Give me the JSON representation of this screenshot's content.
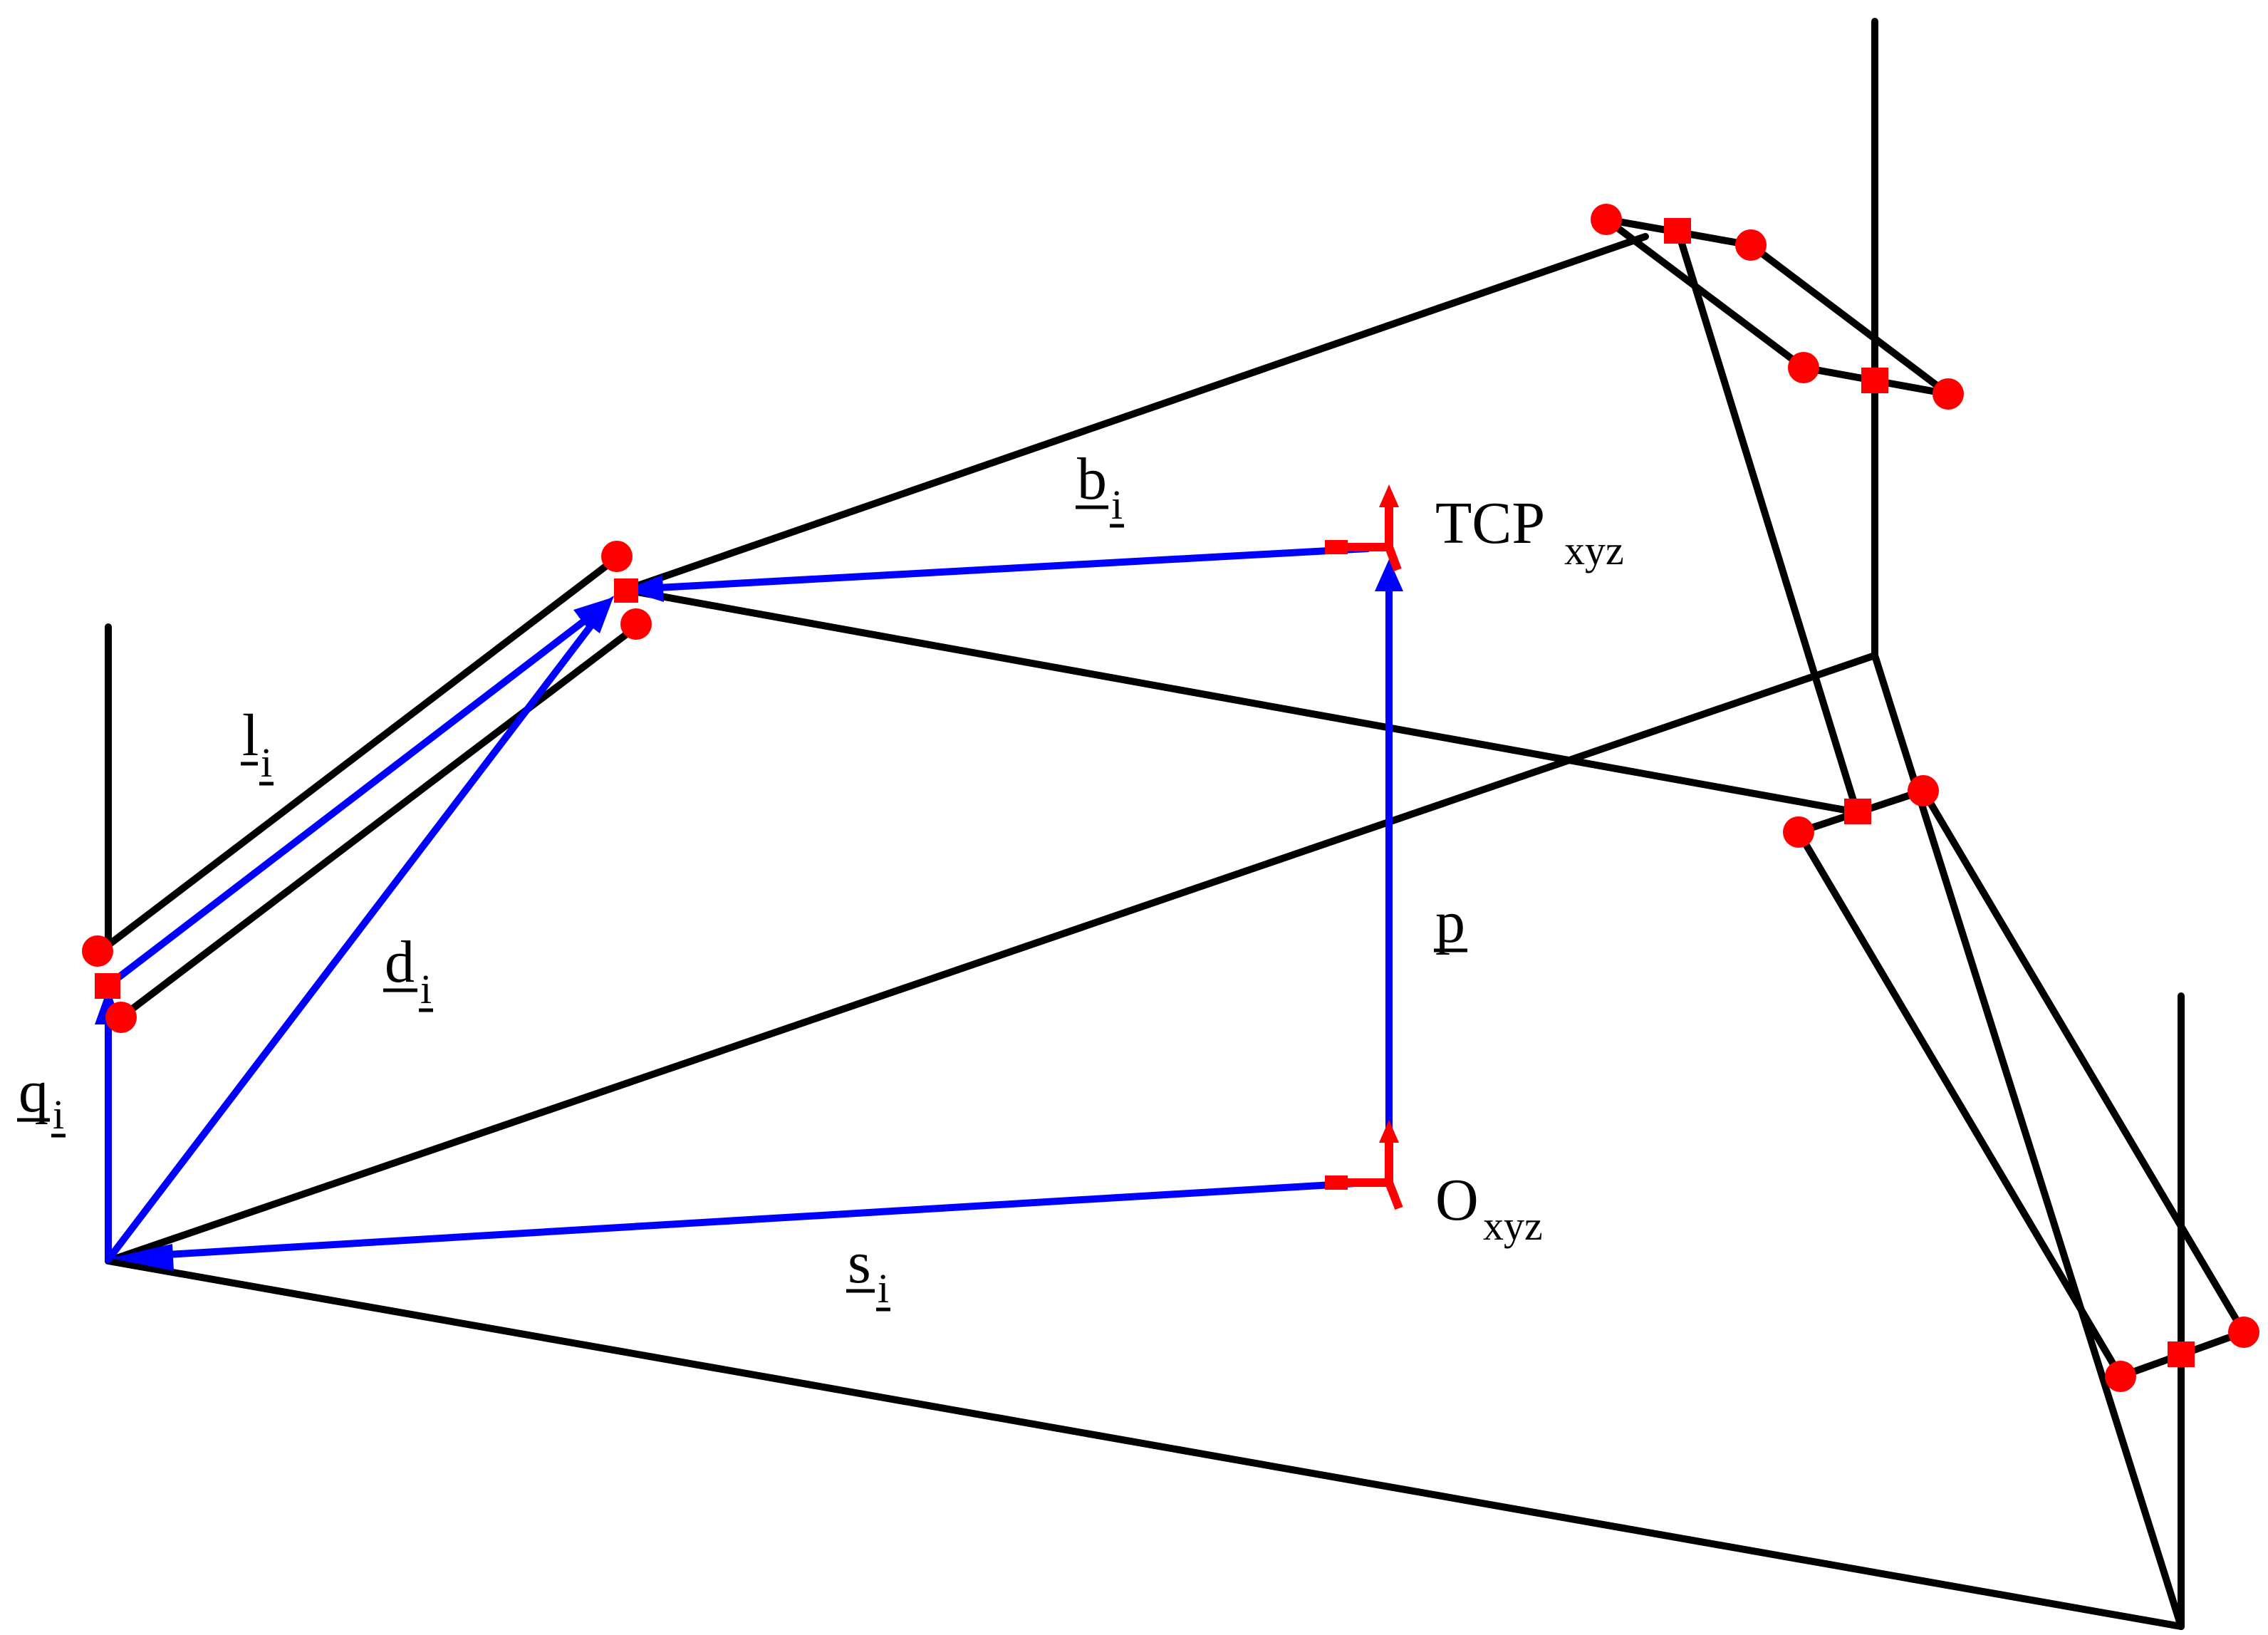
{
  "labels": {
    "b": {
      "main": "b",
      "sub": "i"
    },
    "l": {
      "main": "l",
      "sub": "i"
    },
    "d": {
      "main": "d",
      "sub": "i"
    },
    "q": {
      "main": "q",
      "sub": "i"
    },
    "s": {
      "main": "s",
      "sub": "i"
    },
    "p": {
      "main": "p",
      "sub": ""
    },
    "tcp": {
      "main": "TCP",
      "sub": "xyz"
    },
    "origin": {
      "main": "O",
      "sub": "xyz"
    }
  },
  "colors": {
    "frame": "#000000",
    "vector": "#0000ff",
    "joint": "#ff0000"
  }
}
